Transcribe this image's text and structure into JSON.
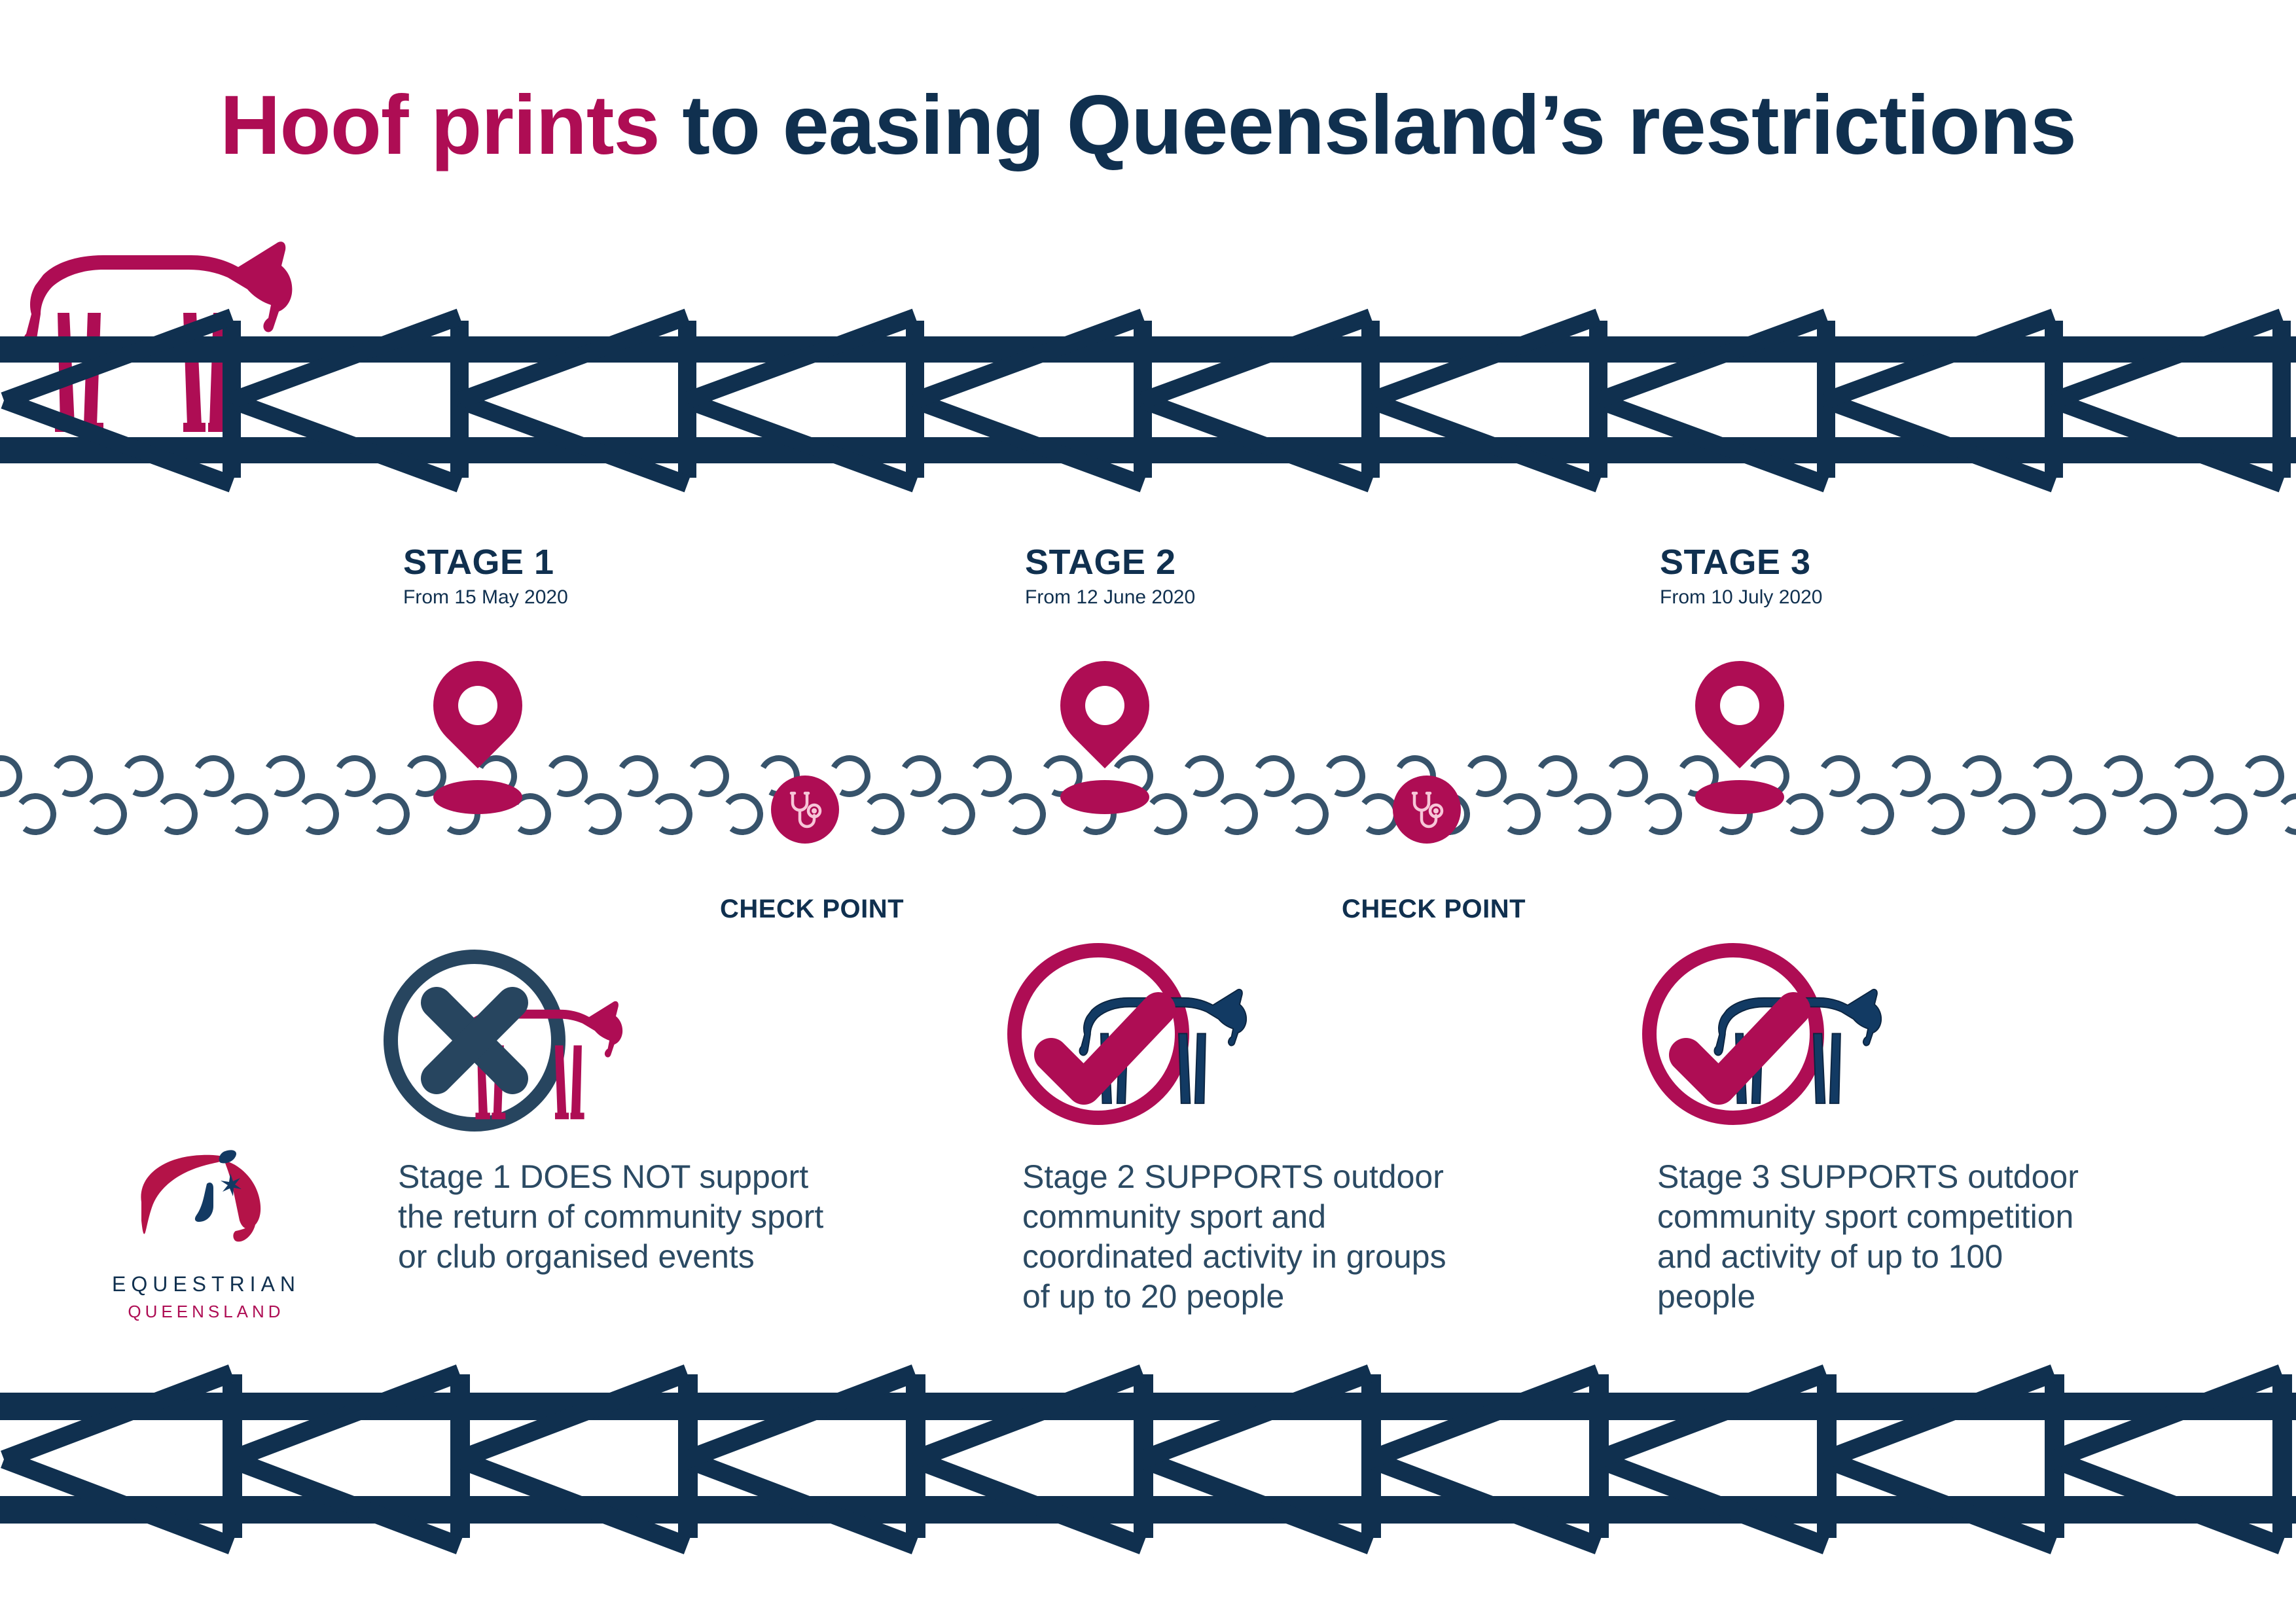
{
  "colors": {
    "crimson": "#ae0d54",
    "navy": "#10304f",
    "body_text": "#2b4a63",
    "hoof": "#27455f",
    "background": "#ffffff",
    "stethoscope_light": "#f7c6d8"
  },
  "title": {
    "accent": "Hoof prints",
    "rest": " to easing Queensland’s restrictions"
  },
  "stages": [
    {
      "heading": "STAGE 1",
      "date": "From 15 May 2020",
      "pin_icon": "map-pin-icon",
      "result_icon": "cross-circle-horse-icon",
      "result_type": "cross",
      "body": "Stage 1 DOES NOT support the return of community sport or club organised events"
    },
    {
      "heading": "STAGE 2",
      "date": "From 12 June 2020",
      "pin_icon": "map-pin-icon",
      "result_icon": "check-circle-horse-icon",
      "result_type": "check",
      "body": "Stage 2 SUPPORTS outdoor community sport and coordinated activity in groups of up to 20 people"
    },
    {
      "heading": "STAGE 3",
      "date": "From 10 July 2020",
      "pin_icon": "map-pin-icon",
      "result_icon": "check-circle-horse-icon",
      "result_type": "check",
      "body": "Stage 3 SUPPORTS outdoor community sport competition and activity of up to 100 people"
    }
  ],
  "checkpoints": [
    {
      "label": "CHECK POINT",
      "icon": "stethoscope-icon"
    },
    {
      "label": "CHECK POINT",
      "icon": "stethoscope-icon"
    }
  ],
  "logo": {
    "mark": "equestrian-horse-head-logo",
    "line1": "EQUESTRIAN",
    "line2": "QUEENSLAND"
  },
  "decorations": {
    "top_fence": "paddock-fence",
    "bottom_fence": "paddock-fence",
    "horse": "horse-silhouette",
    "trail": "hoof-print-trail"
  }
}
